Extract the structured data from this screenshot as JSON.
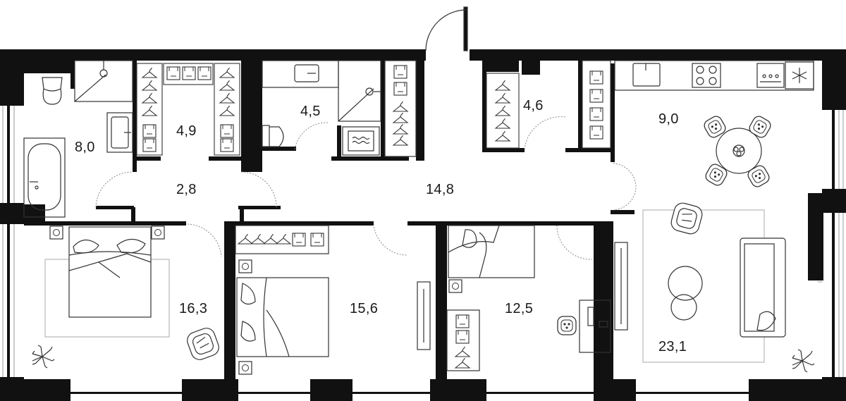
{
  "plan": {
    "rooms": [
      {
        "id": "bathroom-1",
        "area": "8,0"
      },
      {
        "id": "closet-1",
        "area": "4,9"
      },
      {
        "id": "bathroom-2",
        "area": "4,5"
      },
      {
        "id": "closet-2",
        "area": "4,6"
      },
      {
        "id": "kitchen",
        "area": "9,0"
      },
      {
        "id": "corridor-small",
        "area": "2,8"
      },
      {
        "id": "hall",
        "area": "14,8"
      },
      {
        "id": "bedroom-1",
        "area": "16,3"
      },
      {
        "id": "bedroom-2",
        "area": "15,6"
      },
      {
        "id": "bedroom-3",
        "area": "12,5"
      },
      {
        "id": "living-room",
        "area": "23,1"
      }
    ],
    "colors": {
      "wall": "#111111",
      "line": "#333333",
      "thin": "#8a8a8a"
    },
    "icons": [
      "bathtub-icon",
      "toilet-icon",
      "sink-icon",
      "shower-icon",
      "washer-icon",
      "stove-icon",
      "dishwasher-icon",
      "fridge-icon",
      "bed-icon",
      "armchair-icon",
      "plant-icon",
      "dining-table-icon",
      "sofa-icon",
      "coffee-table-icon",
      "desk-icon",
      "wardrobe-icon"
    ]
  }
}
